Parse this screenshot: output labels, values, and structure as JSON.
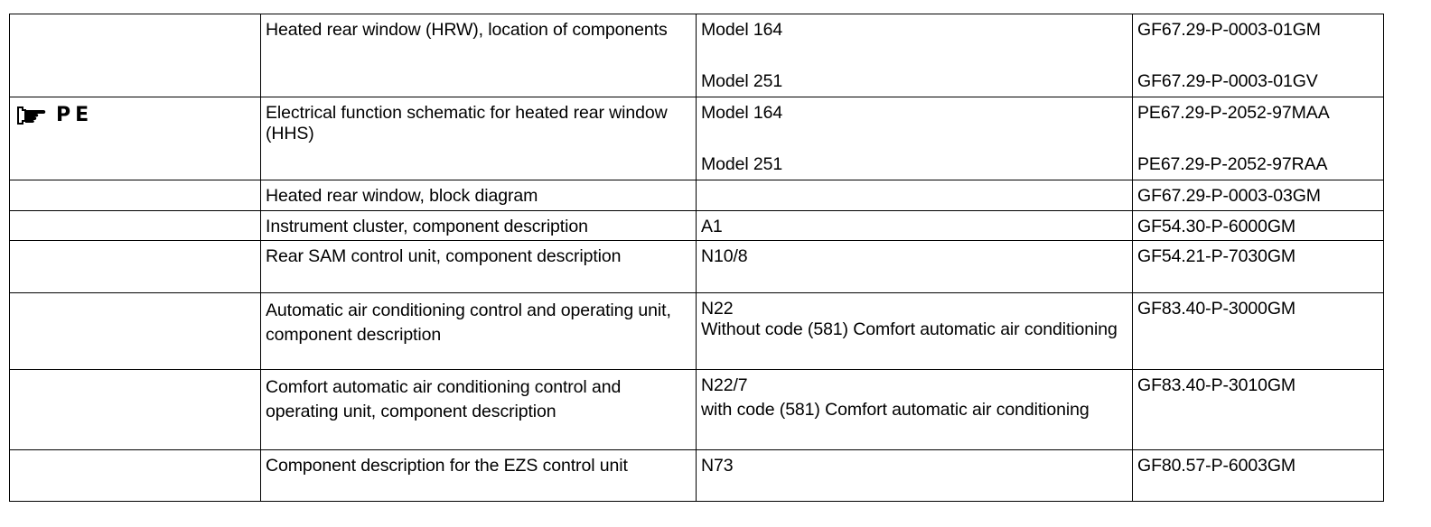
{
  "rows": [
    {
      "marker": null,
      "description": "Heated rear window (HRW), location of components",
      "refs": [
        {
          "scope": "Model 164",
          "doc": "GF67.29-P-0003-01GM"
        },
        {
          "scope": "Model 251",
          "doc": "GF67.29-P-0003-01GV"
        }
      ]
    },
    {
      "marker": {
        "icon": "pointing-hand-icon",
        "label": "PE"
      },
      "description": "Electrical function schematic for heated rear window (HHS)",
      "refs": [
        {
          "scope": "Model 164",
          "doc": "PE67.29-P-2052-97MAA"
        },
        {
          "scope": "Model 251",
          "doc": "PE67.29-P-2052-97RAA"
        }
      ]
    },
    {
      "marker": null,
      "description": "Heated rear window, block diagram",
      "refs": [
        {
          "scope": "",
          "doc": "GF67.29-P-0003-03GM"
        }
      ]
    },
    {
      "marker": null,
      "description": "Instrument cluster, component description",
      "refs": [
        {
          "scope": "A1",
          "doc": "GF54.30-P-6000GM"
        }
      ]
    },
    {
      "marker": null,
      "description": "Rear SAM control unit, component description",
      "refs": [
        {
          "scope": "N10/8",
          "doc": "GF54.21-P-7030GM"
        }
      ]
    },
    {
      "marker": null,
      "description": "Automatic air conditioning control and operating unit, component description",
      "refs": [
        {
          "scope": "N22",
          "note": "Without code (581) Comfort automatic air conditioning",
          "doc": "GF83.40-P-3000GM"
        }
      ]
    },
    {
      "marker": null,
      "description": "Comfort automatic air conditioning control and operating unit, component description",
      "refs": [
        {
          "scope": "N22/7",
          "note": "with code (581) Comfort automatic air conditioning",
          "doc": "GF83.40-P-3010GM"
        }
      ]
    },
    {
      "marker": null,
      "description": "Component description for the EZS control unit",
      "refs": [
        {
          "scope": "N73",
          "doc": "GF80.57-P-6003GM"
        }
      ]
    }
  ]
}
